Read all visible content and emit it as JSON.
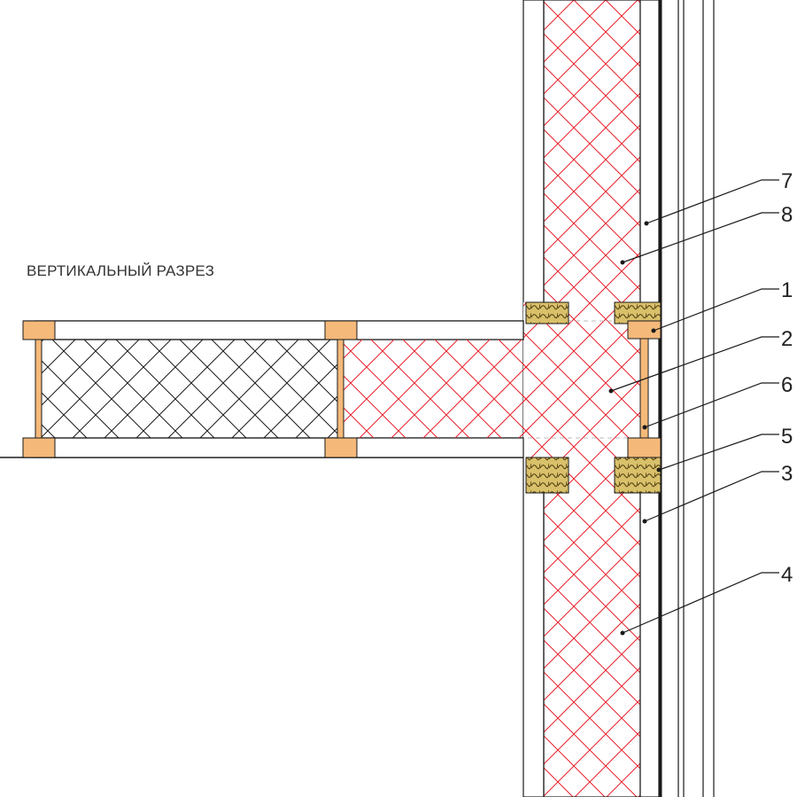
{
  "section_title": "ВЕРТИКАЛЬНЫЙ РАЗРЕЗ",
  "colors": {
    "red_hatch": "#e8202a",
    "black_hatch": "#1a1a1a",
    "wood": "#f5b97a",
    "fiber": "#d9c06a",
    "line": "#1a1a1a"
  },
  "callouts": [
    {
      "label": "7"
    },
    {
      "label": "8"
    },
    {
      "label": "1"
    },
    {
      "label": "2"
    },
    {
      "label": "6"
    },
    {
      "label": "5"
    },
    {
      "label": "3"
    },
    {
      "label": "4"
    }
  ]
}
